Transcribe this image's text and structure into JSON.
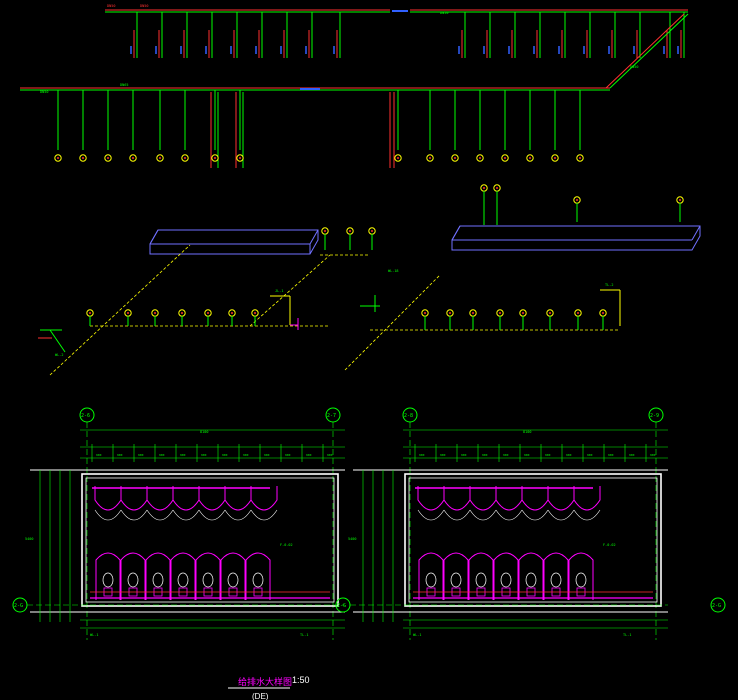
{
  "palette": {
    "background": "#000000",
    "wall": "#ffffff",
    "dim": "#00ff00",
    "water": "#00ff00",
    "hot": "#ff3030",
    "drain": "#ffff00",
    "fixture": "#ff00ff",
    "box": "#7070ff",
    "axis": "#00ff00",
    "marker": "#ffff00",
    "blue": "#3060ff"
  },
  "plan_labels": {
    "title": "给排水大样图",
    "scale": "1:50",
    "subtitle": "(DE)",
    "axes_left": [
      "2-6",
      "2-7",
      "2-G"
    ],
    "axes_right": [
      "2-8",
      "2-9",
      "2-G"
    ],
    "pipe_tags": [
      "JL-1",
      "WL-1",
      "JL-2",
      "WL-2",
      "F-0.02",
      "DN50",
      "DN100"
    ]
  }
}
